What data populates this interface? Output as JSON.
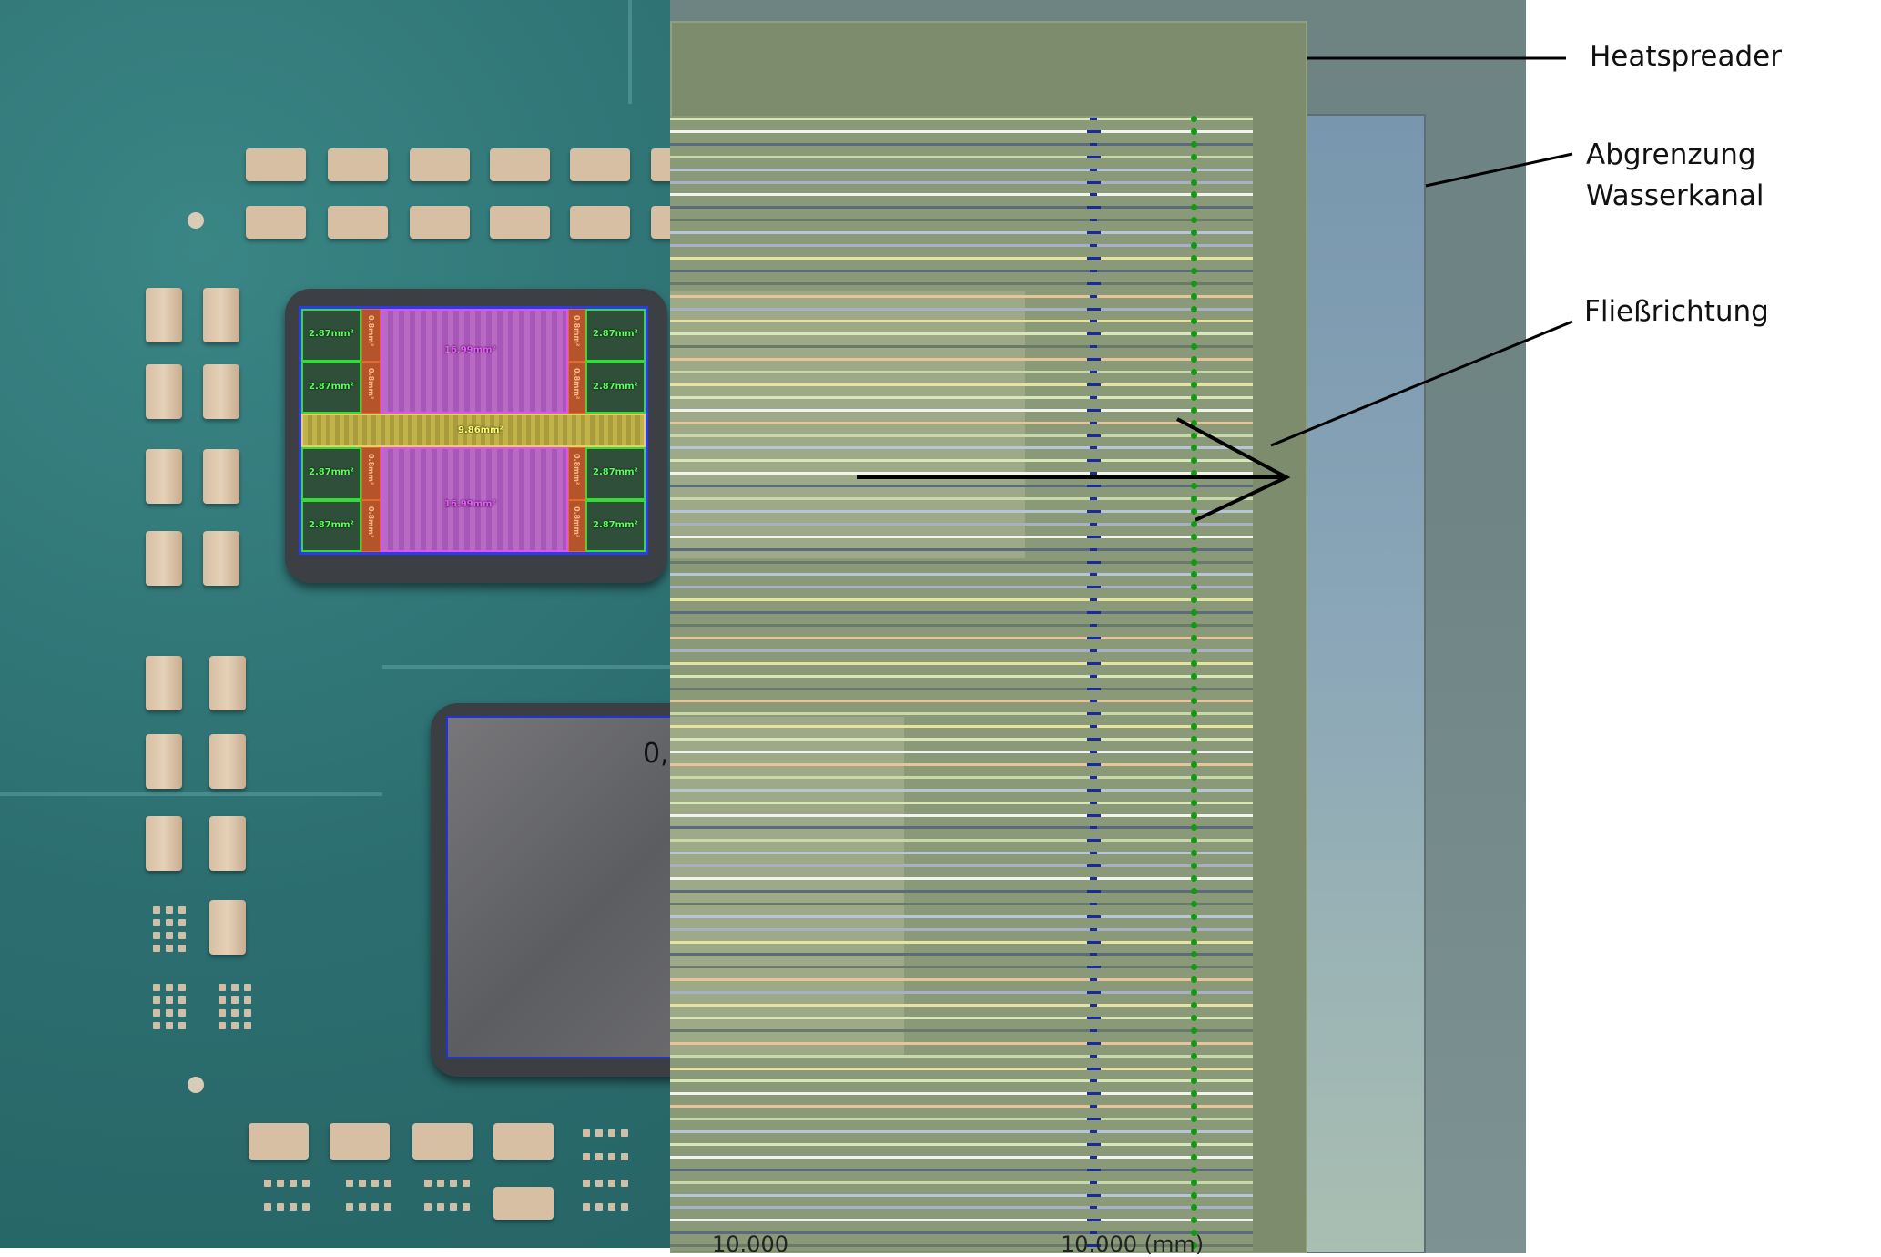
{
  "labels": {
    "heatspreader": "Heatspreader",
    "abgrenzung_line1": "Abgrenzung",
    "abgrenzung_line2": "Wasserkanal",
    "fliessrichtung": "Fließrichtung"
  },
  "die_areas": {
    "core": "2.87mm²",
    "l2": "0.8mm²",
    "l3": "16.99mm²",
    "interface": "9.86mm²"
  },
  "dimension_text": "0,",
  "axis": {
    "left_value": "10.000",
    "right_value": "10.000 (mm)"
  },
  "colors": {
    "pcb": "#2e7474",
    "heatspreader": "#7d8c6c",
    "water_channel": "#7896ad",
    "die_frame": "#2a3cf0",
    "core_outline": "#33dd33",
    "l3_outline": "#dd55ee"
  }
}
